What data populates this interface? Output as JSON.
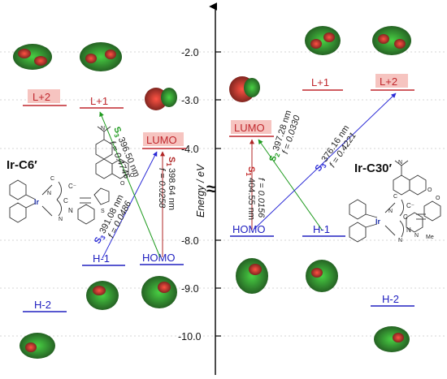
{
  "axis": {
    "label": "Energy / eV",
    "break_symbol": "≈",
    "ticks": [
      {
        "value": -2.0,
        "text": "-2.0"
      },
      {
        "value": -3.0,
        "text": "-3.0"
      },
      {
        "value": -4.0,
        "text": "-4.0"
      },
      {
        "value": -8.0,
        "text": "-8.0"
      },
      {
        "value": -9.0,
        "text": "-9.0"
      },
      {
        "value": -10.0,
        "text": "-10.0"
      }
    ]
  },
  "molecules": {
    "left": {
      "name": "Ir-C6′",
      "metal": "Ir",
      "ligand_atoms": [
        "C",
        "N",
        "C",
        "N",
        "O",
        "O",
        "N",
        "S",
        "C⁻",
        "N"
      ]
    },
    "right": {
      "name": "Ir-C30′",
      "metal": "Ir",
      "ligand_atoms": [
        "C",
        "N",
        "C",
        "N",
        "O",
        "O",
        "N",
        "N",
        "C⁻",
        "N"
      ],
      "substituent": "Me"
    }
  },
  "levels": {
    "left": [
      {
        "id": "L+2",
        "label": "L+2",
        "energy": -2.75,
        "color": "#c0272d",
        "highlight": true
      },
      {
        "id": "L+1",
        "label": "L+1",
        "energy": -2.95,
        "color": "#c0272d",
        "highlight": false
      },
      {
        "id": "LUMO",
        "label": "LUMO",
        "energy": -3.85,
        "color": "#c0272d",
        "highlight": true
      },
      {
        "id": "H-1",
        "label": "H-1",
        "energy": -8.55,
        "color": "#2020c0",
        "highlight": false
      },
      {
        "id": "HOMO",
        "label": "HOMO",
        "energy": -8.55,
        "color": "#2020c0",
        "highlight": false
      },
      {
        "id": "H-2",
        "label": "H-2",
        "energy": -9.85,
        "color": "#2020c0",
        "highlight": false
      }
    ],
    "right": [
      {
        "id": "L+1",
        "label": "L+1",
        "energy": -2.7,
        "color": "#c0272d",
        "highlight": false
      },
      {
        "id": "L+2",
        "label": "L+2",
        "energy": -2.7,
        "color": "#c0272d",
        "highlight": true
      },
      {
        "id": "LUMO",
        "label": "LUMO",
        "energy": -3.75,
        "color": "#c0272d",
        "highlight": true
      },
      {
        "id": "HOMO",
        "label": "HOMO",
        "energy": -7.95,
        "color": "#2020c0",
        "highlight": false
      },
      {
        "id": "H-1",
        "label": "H-1",
        "energy": -7.95,
        "color": "#2020c0",
        "highlight": false
      },
      {
        "id": "H-2",
        "label": "H-2",
        "energy": -9.35,
        "color": "#2020c0",
        "highlight": false
      }
    ]
  },
  "transitions": [
    {
      "side": "left",
      "from": "H-1",
      "to": "LUMO",
      "state": "S",
      "state_sub": "3",
      "wavelength": "391.08 nm",
      "f": "f = 0.0486",
      "color": "#2b2bd6"
    },
    {
      "side": "left",
      "from": "HOMO",
      "to": "L+1",
      "state": "S",
      "state_sub": "3",
      "wavelength": "396.50 nm",
      "f": "f = 0.4746",
      "color": "#1e9a1e"
    },
    {
      "side": "left",
      "from": "HOMO",
      "to": "LUMO",
      "state": "S",
      "state_sub": "1",
      "wavelength": "398.64 nm",
      "f": "f = 0.0258",
      "color": "#a0282a"
    },
    {
      "side": "right",
      "from": "HOMO",
      "to": "LUMO",
      "state": "S",
      "state_sub": "1",
      "wavelength": "404.55 nm",
      "f": "f = 0.0156",
      "color": "#c02525"
    },
    {
      "side": "right",
      "from": "H-1",
      "to": "LUMO",
      "state": "S",
      "state_sub": "2",
      "wavelength": "397.28 nm",
      "f": "f = 0.0330",
      "color": "#1e9a1e"
    },
    {
      "side": "right",
      "from": "HOMO",
      "to": "L+2",
      "state": "S",
      "state_sub": "3",
      "wavelength": "376.16 nm",
      "f": "f = 0.4221",
      "color": "#2b2bd6"
    }
  ]
}
